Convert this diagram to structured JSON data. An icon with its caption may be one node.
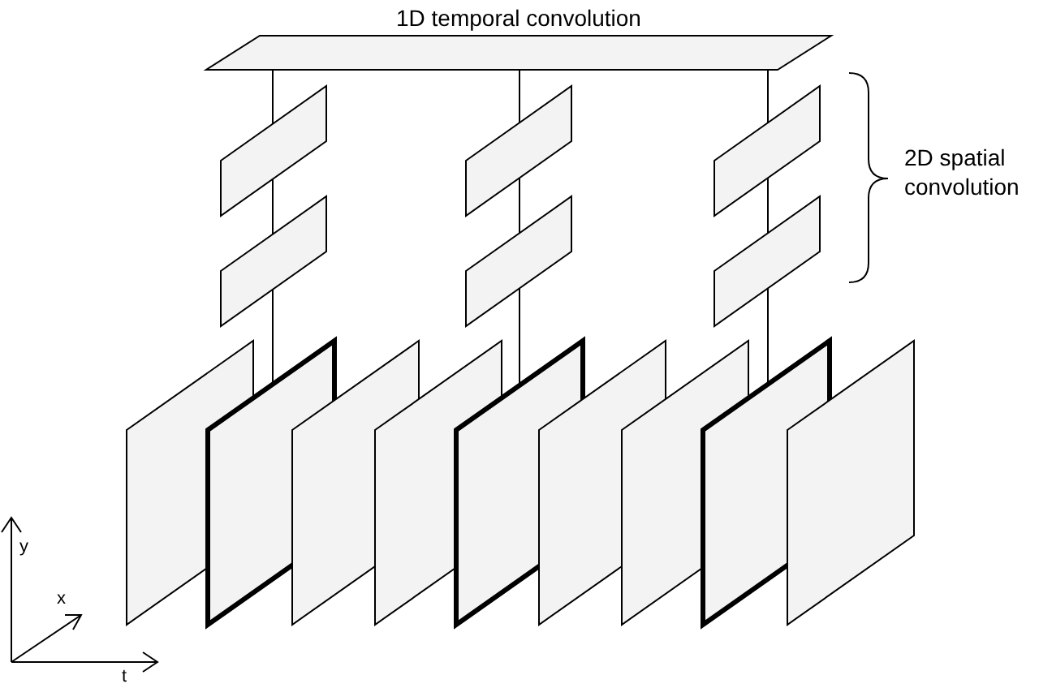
{
  "diagram": {
    "nodes": [
      {
        "text": [
          "1D temporal convolution"
        ]
      },
      {
        "text": [],
        "shape": "parallelogram"
      },
      {
        "text": [],
        "shape": "parallelogram"
      },
      {
        "text": [],
        "shape": "parallelogram"
      },
      {
        "text": [],
        "shape": "parallelogram"
      },
      {
        "text": [],
        "shape": "parallelogram"
      },
      {
        "text": [],
        "shape": "parallelogram"
      },
      {
        "text": [],
        "shape": "parallelogram"
      },
      {
        "text": [],
        "shape": "parallelogram"
      },
      {
        "text": [],
        "shape": "parallelogram"
      },
      {
        "text": [],
        "shape": "parallelogram"
      },
      {
        "text": [],
        "shape": "parallelogram"
      },
      {
        "text": [],
        "shape": "parallelogram"
      },
      {
        "text": [],
        "shape": "parallelogram"
      },
      {
        "text": [],
        "shape": "parallelogram"
      },
      {
        "text": [],
        "shape": "parallelogram"
      }
    ],
    "edges": [
      {
        "from": 0,
        "to": 1,
        "arrow": "none"
      },
      {
        "from": 1,
        "to": 4,
        "arrow": "none"
      },
      {
        "from": 4,
        "to": 8,
        "arrow": "none"
      },
      {
        "from": 0,
        "to": 2,
        "arrow": "none"
      },
      {
        "from": 2,
        "to": 5,
        "arrow": "none"
      },
      {
        "from": 5,
        "to": 11,
        "arrow": "none"
      },
      {
        "from": 0,
        "to": 3,
        "arrow": "none"
      },
      {
        "from": 3,
        "to": 6,
        "arrow": "none"
      },
      {
        "from": 6,
        "to": 14,
        "arrow": "none"
      }
    ],
    "labels": [
      "2D spatial convolution",
      "y",
      "x",
      "t"
    ]
  }
}
